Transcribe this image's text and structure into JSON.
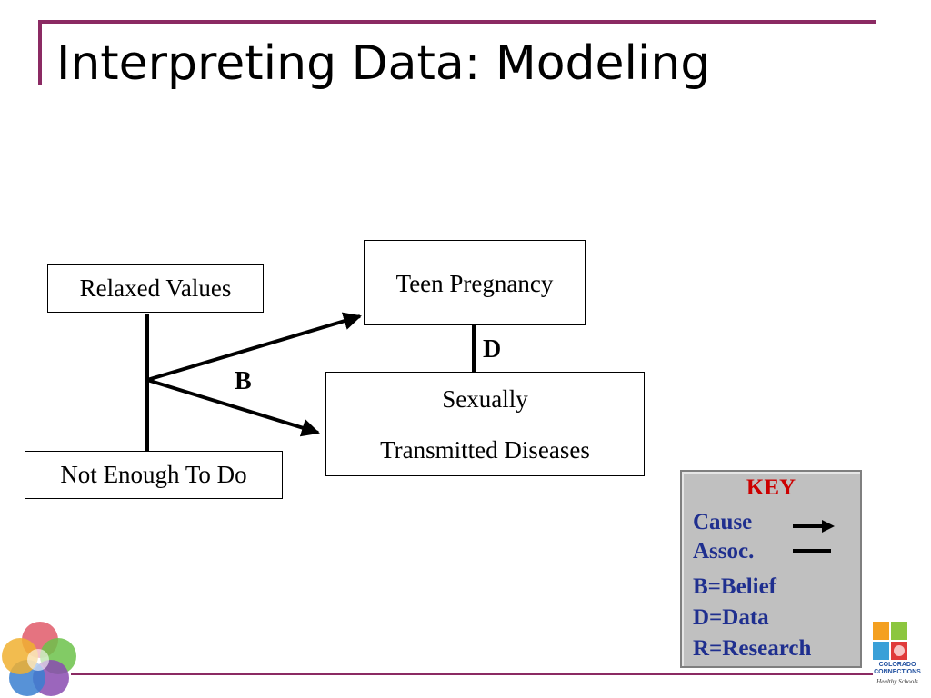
{
  "slide": {
    "title": "Interpreting Data: Modeling"
  },
  "nodes": {
    "relaxed_values": "Relaxed Values",
    "not_enough": "Not Enough To Do",
    "teen_pregnancy": "Teen Pregnancy",
    "std_line1": "Sexually",
    "std_line2": "Transmitted Diseases"
  },
  "edge_labels": {
    "belief": "B",
    "data": "D"
  },
  "key": {
    "title": "KEY",
    "cause": "Cause",
    "assoc": "Assoc.",
    "belief": "B=Belief",
    "data": "D=Data",
    "research": "R=Research"
  },
  "logos": {
    "left_icon": "flower-logo-icon",
    "right_icon": "colorado-connections-logo-icon",
    "right_text": "COLORADO CONNECTIONS",
    "right_subtext": "Healthy Schools"
  },
  "colors": {
    "accent": "#8b2a63",
    "key_text": "#1f2f8f",
    "key_title": "#cc0000",
    "key_background": "#c0c0c0"
  }
}
